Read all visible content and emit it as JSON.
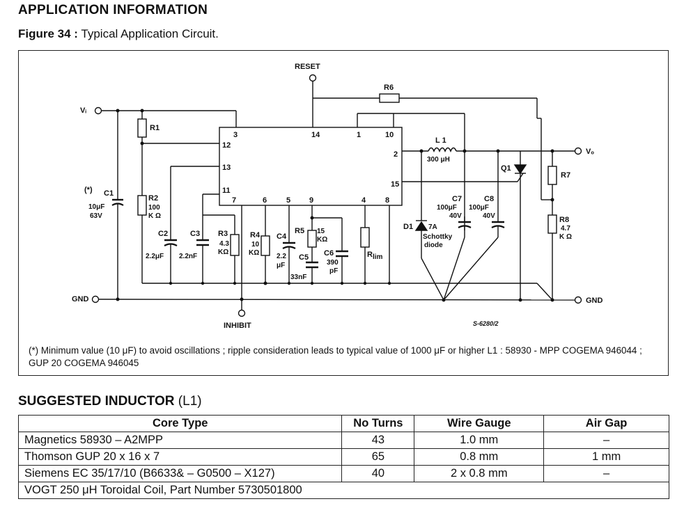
{
  "section_title": "APPLICATION INFORMATION",
  "figure": {
    "number": "Figure 34 :",
    "caption": "Typical Application Circuit.",
    "labels": {
      "reset": "RESET",
      "r6": "R6",
      "vi": "Vᵢ",
      "vo": "Vₒ",
      "r1": "R1",
      "l1": "L 1",
      "l1_val": "300 μH",
      "q1": "Q1",
      "r7": "R7",
      "c1_star": "(*)",
      "c1": "C1",
      "c1_val1": "10μF",
      "c1_val2": "63V",
      "r2": "R2",
      "r2_val1": "100",
      "r2_val2": "K Ω",
      "c2": "C2",
      "c2_val": "2.2μF",
      "c3": "C3",
      "c3_val": "2.2nF",
      "r3": "R3",
      "r3_val1": "4.3",
      "r3_val2": "KΩ",
      "r4": "R4",
      "r4_val1": "10",
      "r4_val2": "KΩ",
      "c4": "C4",
      "c4_val1": "2.2",
      "c4_val2": "μF",
      "r5": "R5",
      "r5_val1": "15",
      "r5_val2": "KΩ",
      "c5": "C5",
      "c5_val": "33nF",
      "c6": "C6",
      "c6_val1": "390",
      "c6_val2": "pF",
      "rlim": "R",
      "rlim_sub": "lim",
      "c7": "C7",
      "c7_val1": "100μF",
      "c7_val2": "40V",
      "c8": "C8",
      "c8_val1": "100μF",
      "c8_val2": "40V",
      "d1": "D1",
      "d1_val": "7A",
      "d1_desc1": "Schottky",
      "d1_desc2": "diode",
      "r8": "R8",
      "r8_val1": "4.7",
      "r8_val2": "K Ω",
      "gnd_left": "GND",
      "gnd_right": "GND",
      "inhibit": "INHIBIT",
      "code": "S-6280/2",
      "pins": [
        "3",
        "14",
        "1",
        "10",
        "12",
        "13",
        "11",
        "2",
        "15",
        "7",
        "6",
        "5",
        "9",
        "4",
        "8"
      ]
    },
    "note": "(*) Minimum value (10 μF) to avoid oscillations ; ripple consideration leads to typical value of 1000 μF or higher L1 : 58930 - MPP COGEMA 946044 ; GUP 20 COGEMA 946045"
  },
  "inductor_title": "SUGGESTED INDUCTOR",
  "inductor_title_suffix": "(L1)",
  "table": {
    "headers": [
      "Core Type",
      "No Turns",
      "Wire Gauge",
      "Air Gap"
    ],
    "rows": [
      [
        "Magnetics 58930 – A2MPP",
        "43",
        "1.0 mm",
        "–"
      ],
      [
        "Thomson GUP 20 x 16 x 7",
        "65",
        "0.8 mm",
        "1 mm"
      ],
      [
        "Siemens EC 35/17/10 (B6633& – G0500 – X127)",
        "40",
        "2 x 0.8 mm",
        "–"
      ]
    ],
    "footer": "VOGT 250 μH Toroidal Coil,  Part Number 5730501800"
  }
}
